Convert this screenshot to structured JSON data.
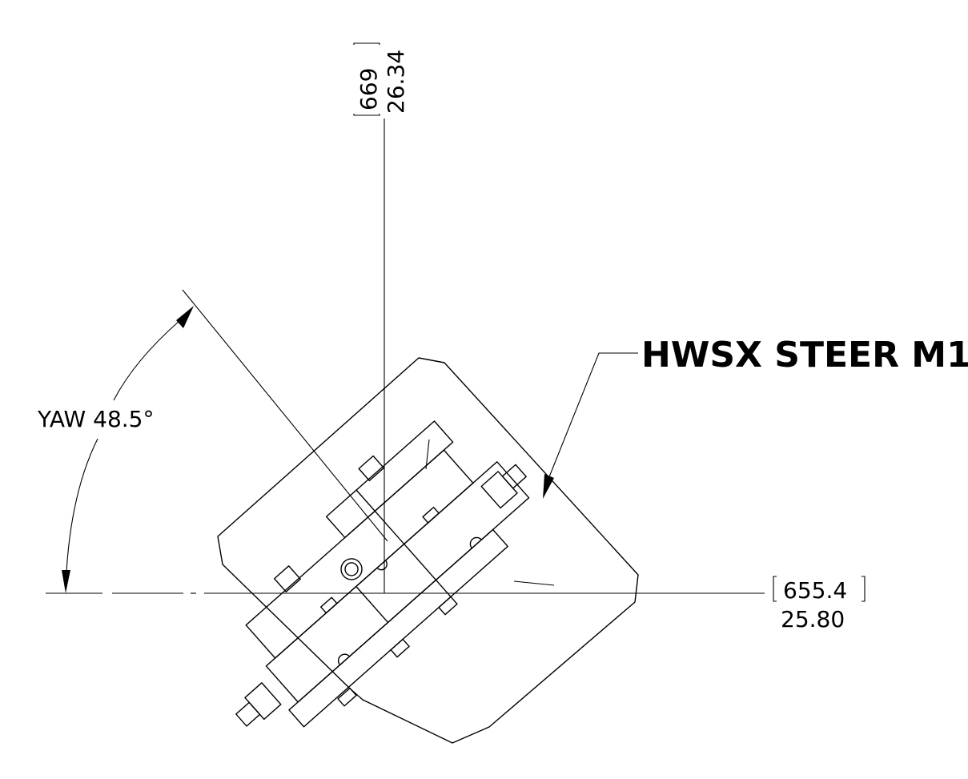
{
  "part_callout": {
    "label": "HWSX STEER M1"
  },
  "yaw_dimension": {
    "label": "YAW 48.5°"
  },
  "vertical_dimension": {
    "metric": "669",
    "imperial": "26.34"
  },
  "horizontal_dimension": {
    "metric": "655.4",
    "imperial": "25.80"
  }
}
